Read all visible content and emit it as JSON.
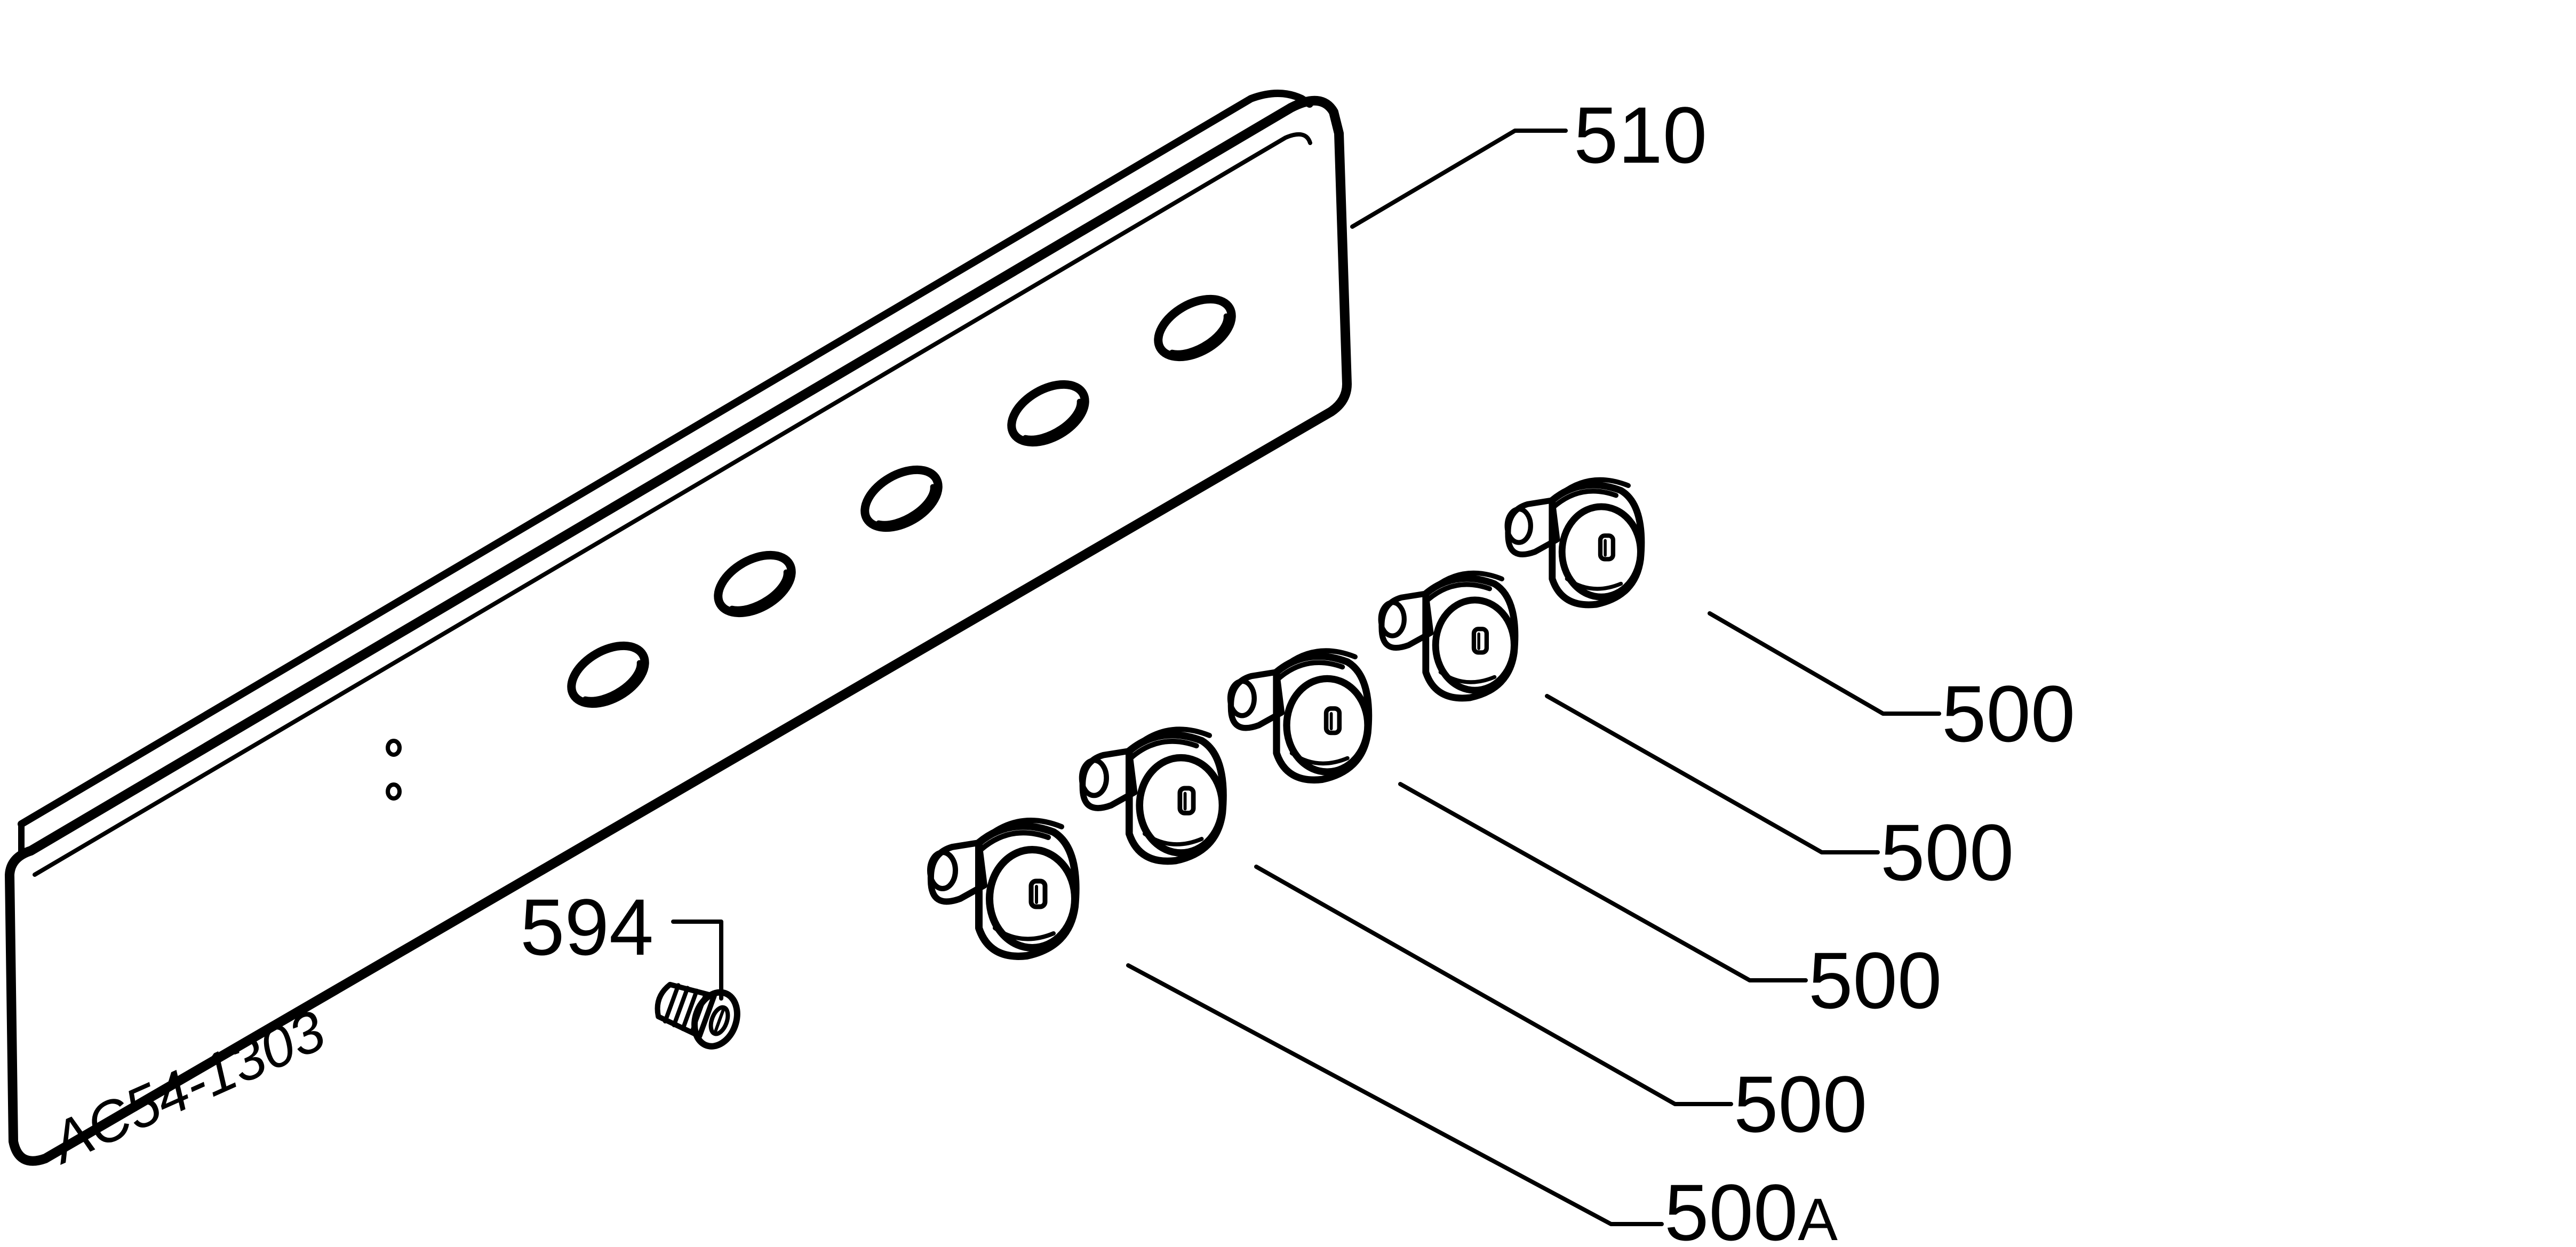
{
  "diagram": {
    "drawing_code": "AC54-1303",
    "parts": [
      {
        "id": "panel",
        "label": "510"
      },
      {
        "id": "screw",
        "label": "594"
      },
      {
        "id": "knob-1",
        "label": "500"
      },
      {
        "id": "knob-2",
        "label": "500"
      },
      {
        "id": "knob-3",
        "label": "500"
      },
      {
        "id": "knob-4",
        "label": "500"
      },
      {
        "id": "knob-5",
        "label_number": "500",
        "label_suffix": "A"
      }
    ]
  }
}
